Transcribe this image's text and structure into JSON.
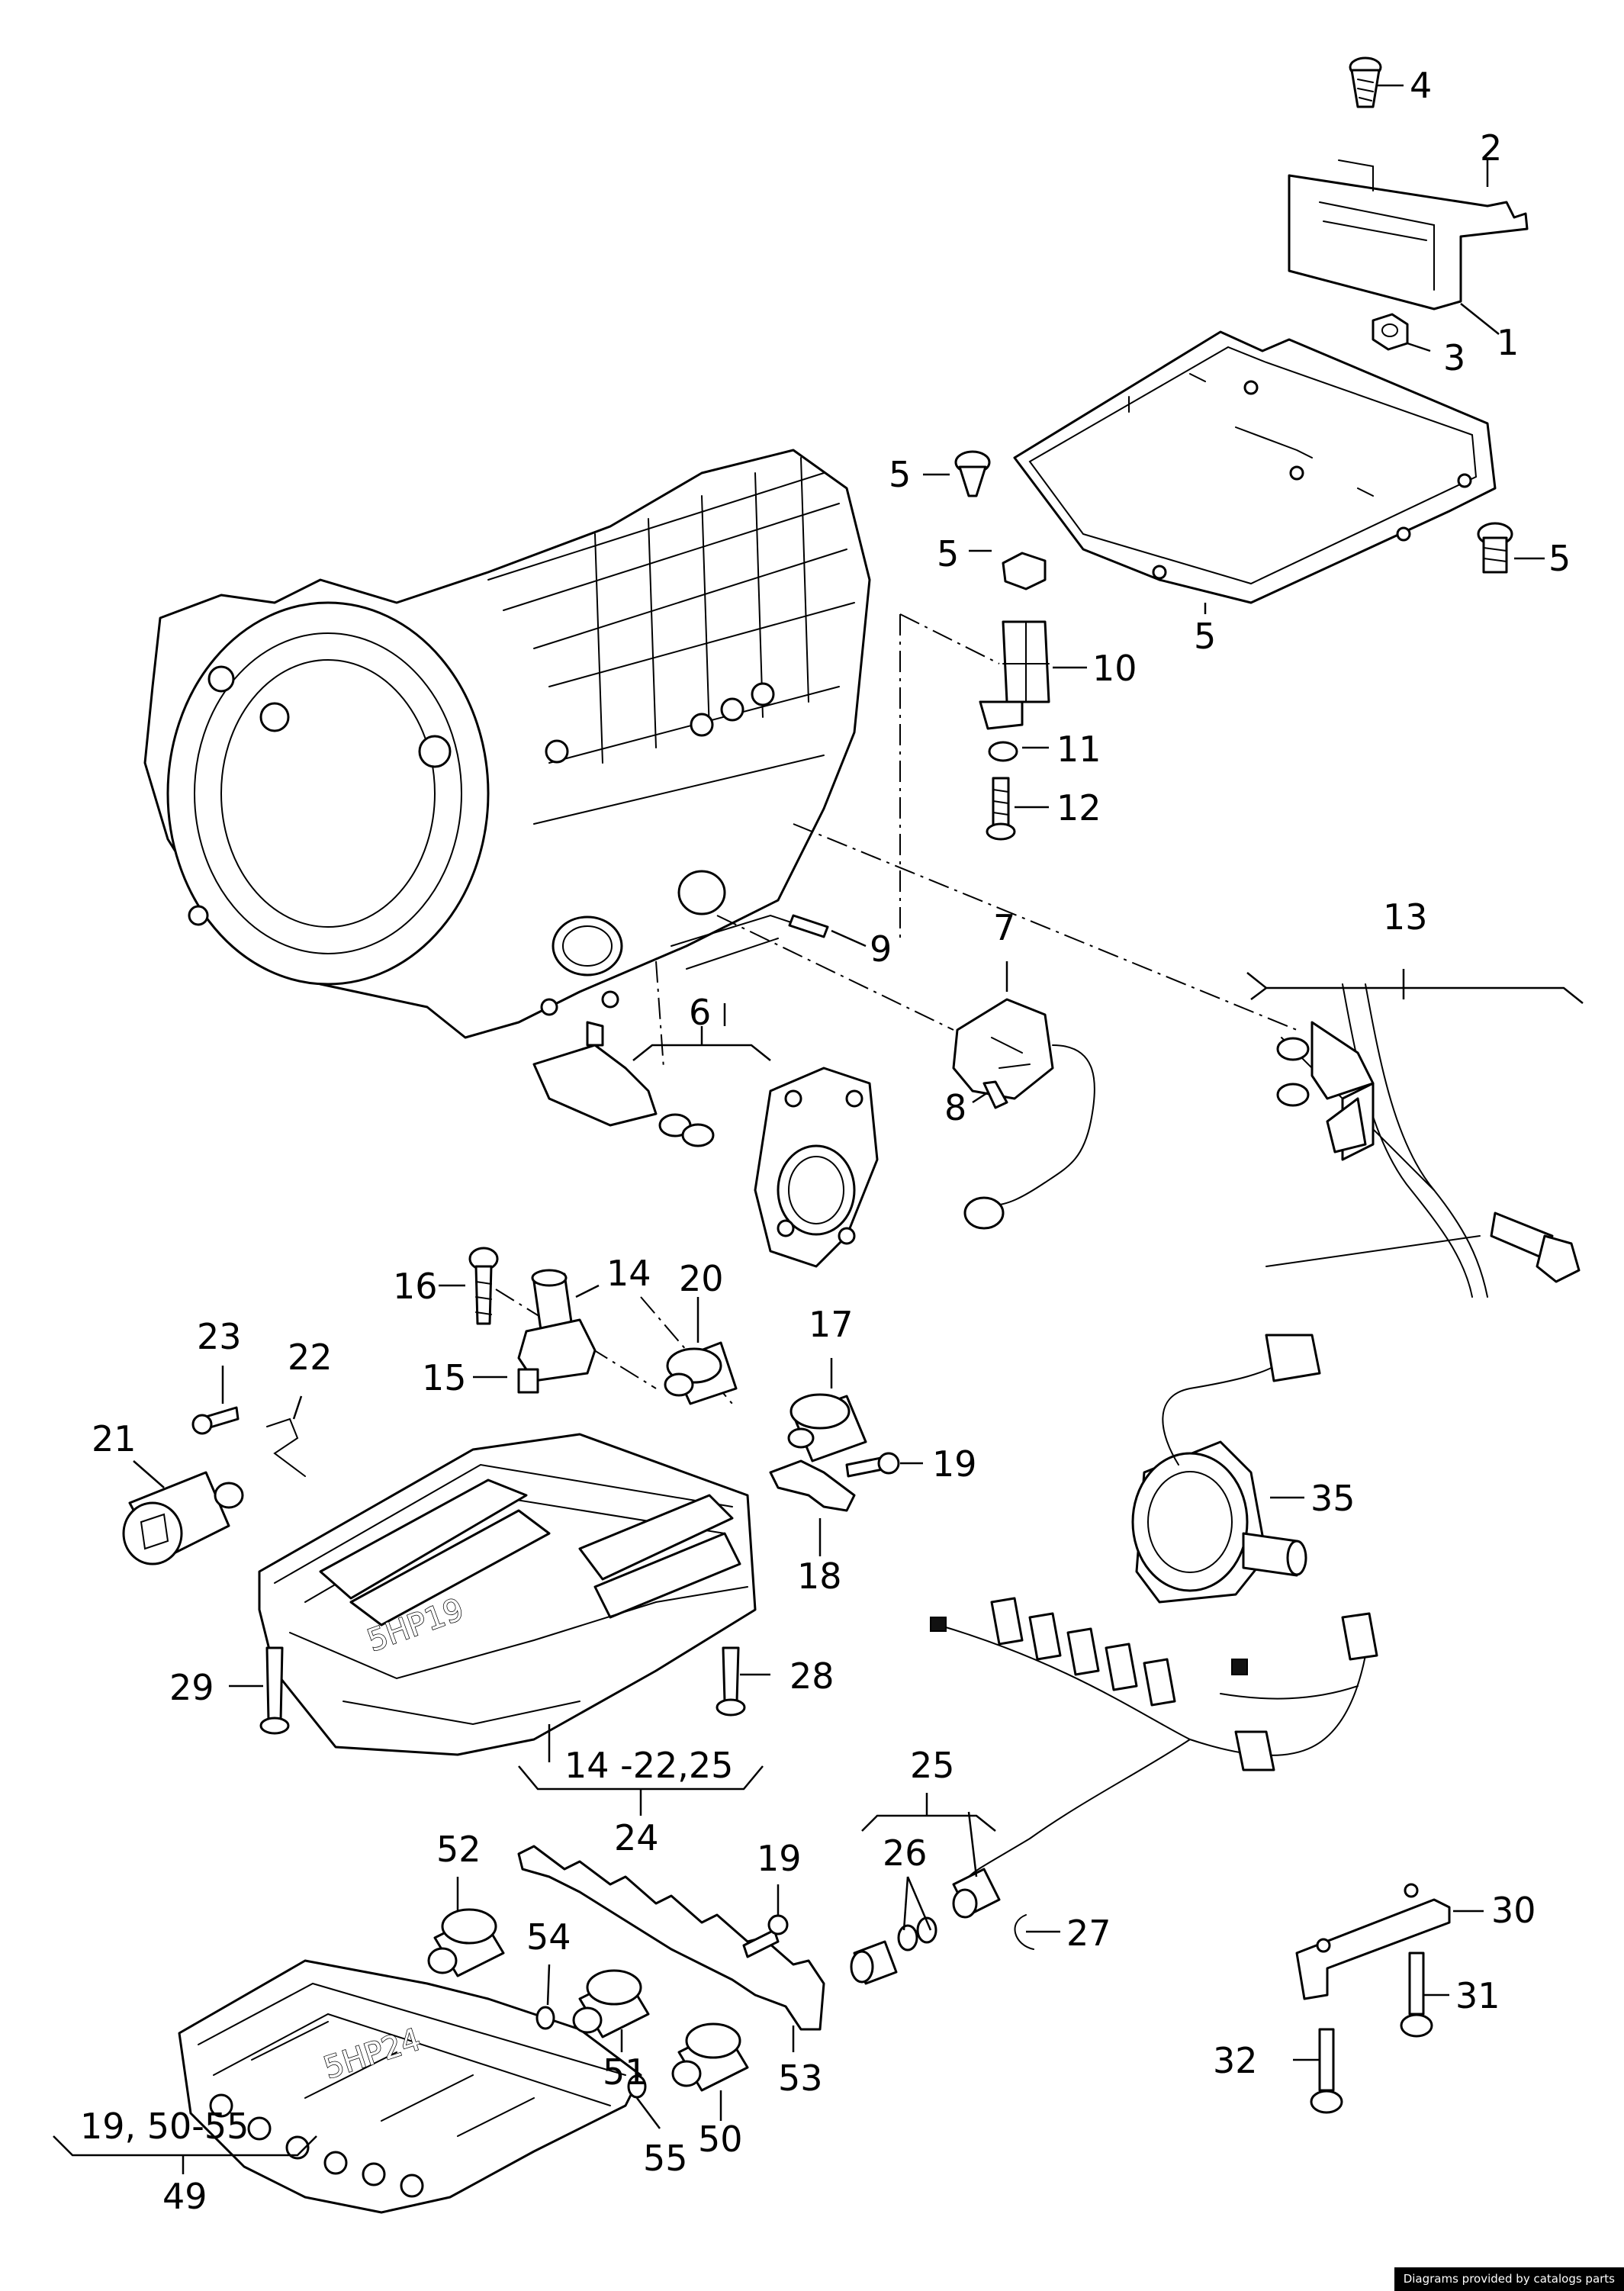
{
  "diagram": {
    "callouts": [
      {
        "id": "c4",
        "label": "4"
      },
      {
        "id": "c2",
        "label": "2"
      },
      {
        "id": "c1",
        "label": "1"
      },
      {
        "id": "c3",
        "label": "3"
      },
      {
        "id": "c5a",
        "label": "5"
      },
      {
        "id": "c5b",
        "label": "5"
      },
      {
        "id": "c5c",
        "label": "5"
      },
      {
        "id": "c5d",
        "label": "5"
      },
      {
        "id": "c10",
        "label": "10"
      },
      {
        "id": "c11",
        "label": "11"
      },
      {
        "id": "c12",
        "label": "12"
      },
      {
        "id": "c9",
        "label": "9"
      },
      {
        "id": "c7",
        "label": "7"
      },
      {
        "id": "c13",
        "label": "13"
      },
      {
        "id": "c6",
        "label": "6"
      },
      {
        "id": "c8",
        "label": "8"
      },
      {
        "id": "c16",
        "label": "16"
      },
      {
        "id": "c14",
        "label": "14"
      },
      {
        "id": "c15",
        "label": "15"
      },
      {
        "id": "c20",
        "label": "20"
      },
      {
        "id": "c17",
        "label": "17"
      },
      {
        "id": "c23",
        "label": "23"
      },
      {
        "id": "c22",
        "label": "22"
      },
      {
        "id": "c21",
        "label": "21"
      },
      {
        "id": "c19a",
        "label": "19"
      },
      {
        "id": "c18",
        "label": "18"
      },
      {
        "id": "c35",
        "label": "35"
      },
      {
        "id": "c29",
        "label": "29"
      },
      {
        "id": "c28",
        "label": "28"
      },
      {
        "id": "c1422",
        "label": "14 -22,25"
      },
      {
        "id": "c24",
        "label": "24"
      },
      {
        "id": "c25",
        "label": "25"
      },
      {
        "id": "c26",
        "label": "26"
      },
      {
        "id": "c52",
        "label": "52"
      },
      {
        "id": "c19b",
        "label": "19"
      },
      {
        "id": "c27",
        "label": "27"
      },
      {
        "id": "c30",
        "label": "30"
      },
      {
        "id": "c54",
        "label": "54"
      },
      {
        "id": "c31",
        "label": "31"
      },
      {
        "id": "c51",
        "label": "51"
      },
      {
        "id": "c32",
        "label": "32"
      },
      {
        "id": "c53",
        "label": "53"
      },
      {
        "id": "c50",
        "label": "50"
      },
      {
        "id": "c55",
        "label": "55"
      },
      {
        "id": "c1955",
        "label": "19, 50-55"
      },
      {
        "id": "c49",
        "label": "49"
      }
    ],
    "stamps": {
      "valve_body_upper": "5HP19",
      "valve_body_lower": "5HP24"
    },
    "credit": "Diagrams provided by catalogs parts"
  }
}
